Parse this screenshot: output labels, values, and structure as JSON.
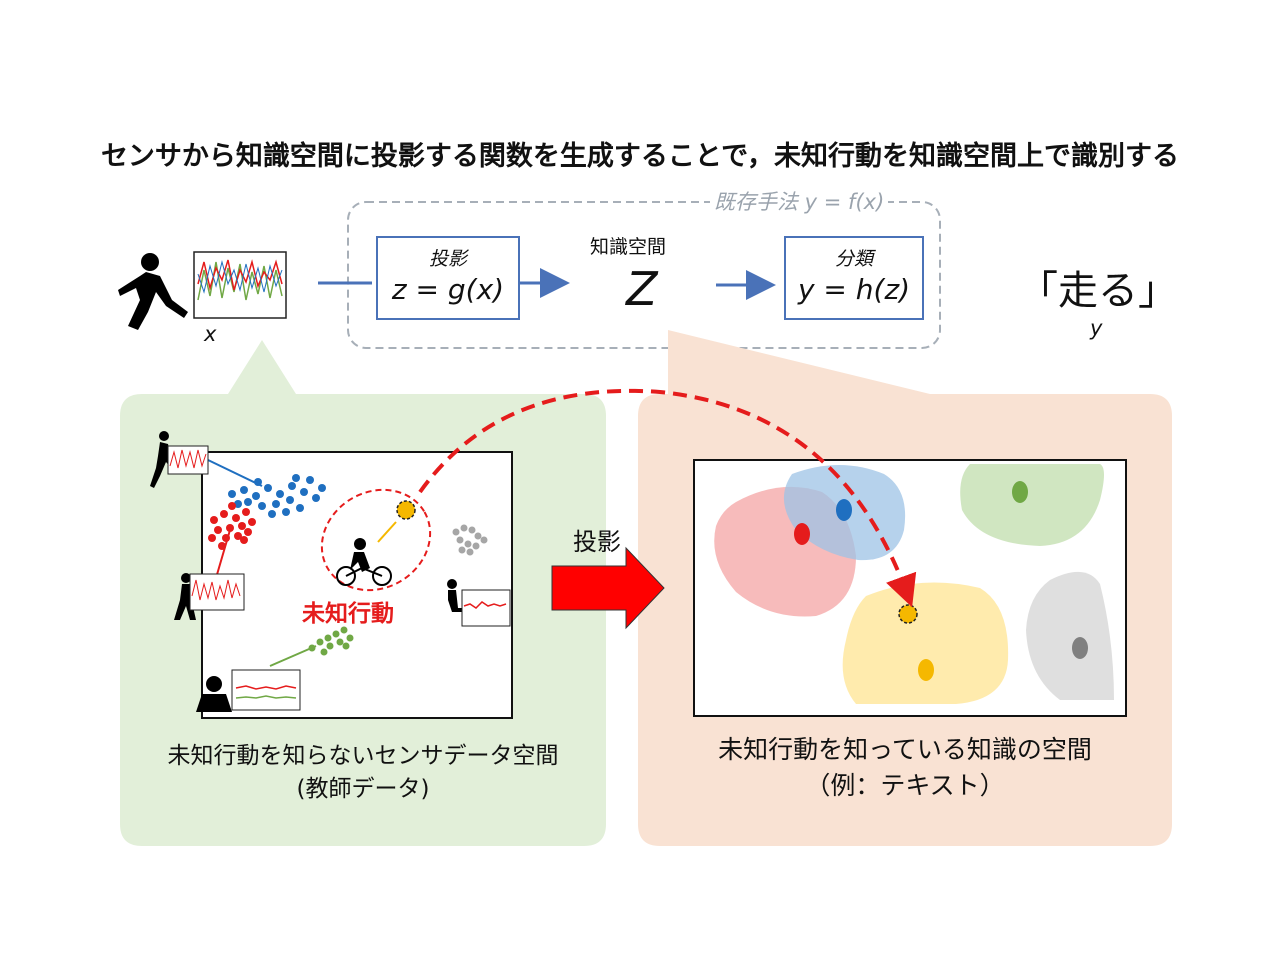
{
  "title": "センサから知識空間に投影する関数を生成することで，未知行動を知識空間上で識別する",
  "existing_method_label": "既存手法 y = f(x)",
  "input_symbol": "x",
  "projection_box": {
    "label": "投影",
    "equation": "z = g(x)"
  },
  "knowledge_space": {
    "label": "知識空間",
    "symbol": "Z"
  },
  "classification_box": {
    "label": "分類",
    "equation": "y = h(z)"
  },
  "output": {
    "label": "「走る」",
    "symbol": "y"
  },
  "left_panel": {
    "unknown_activity_label": "未知行動",
    "caption_line1": "未知行動を知らないセンサデータ空間",
    "caption_line2": "(教師データ)"
  },
  "projection_arrow_label": "投影",
  "right_panel": {
    "caption_line1": "未知行動を知っている知識の空間",
    "caption_line2": "（例：テキスト）"
  },
  "colors": {
    "box_border": "#4a72b8",
    "arrow_blue": "#4a72b8",
    "dashed_red": "#e51c1c",
    "left_panel_bg": "#e2efd9",
    "right_panel_bg": "#f9e2d3",
    "cluster_red": "#e51c1c",
    "cluster_blue": "#1f6fc0",
    "cluster_green": "#70a845",
    "cluster_gray": "#a6a6a6",
    "unknown_point": "#f5b800"
  },
  "icons": [
    "runner-icon",
    "cyclist-icon",
    "walker-icon",
    "sitting-person-icon",
    "phone-person-icon",
    "sensor-signal-icon"
  ]
}
